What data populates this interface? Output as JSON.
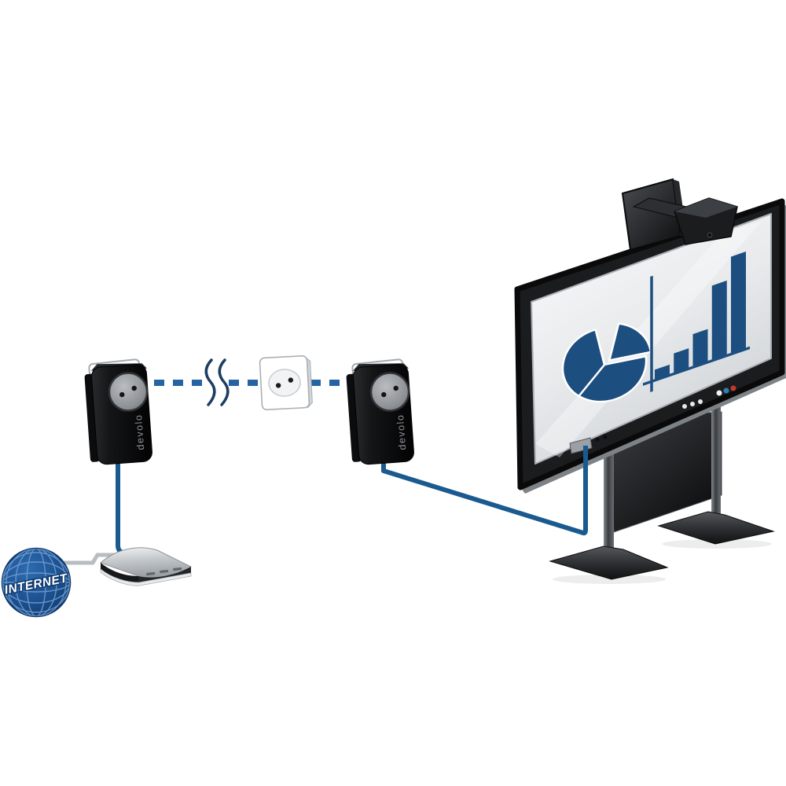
{
  "internet_label": "INTERNET",
  "adapters": {
    "left": {
      "brand": "devolo"
    },
    "right": {
      "brand": "devolo"
    }
  },
  "colors": {
    "cable_blue": "#1a5a8e",
    "dash_blue": "#2563a3",
    "wave_navy": "#1e3d63",
    "chart_blue": "#1d4e80",
    "globe_blue": "#1d5291",
    "globe_grid": "#6f9bd1"
  },
  "chart_data": [
    {
      "type": "pie",
      "description": "pie chart shown on presentation display",
      "slice_angles_deg": [
        [
          -60,
          10
        ],
        [
          10,
          145
        ],
        [
          145,
          275
        ]
      ],
      "exploded_index": 0,
      "notch_gap_deg": [
        275,
        300
      ]
    },
    {
      "type": "bar",
      "description": "bar chart shown on presentation display",
      "values": [
        11,
        21,
        34,
        77,
        100
      ],
      "ylim": [
        0,
        100
      ],
      "grid": false,
      "axis_labels": "none"
    }
  ]
}
